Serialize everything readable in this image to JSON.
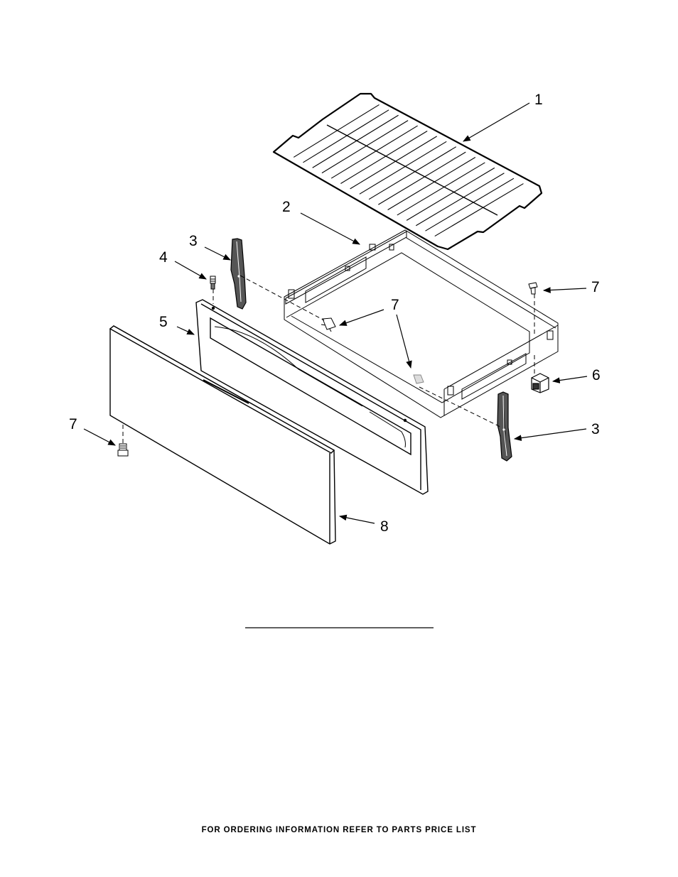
{
  "callouts": {
    "c1": "1",
    "c2": "2",
    "c3a": "3",
    "c3b": "3",
    "c4": "4",
    "c5": "5",
    "c6": "6",
    "c7a": "7",
    "c7b": "7",
    "c7c": "7",
    "c8": "8"
  },
  "footer": {
    "text": "FOR ORDERING INFORMATION REFER TO PARTS PRICE LIST"
  },
  "colors": {
    "line": "#000000",
    "part_fill": "#ffffff",
    "handle_fill": "#6a6a6a"
  }
}
